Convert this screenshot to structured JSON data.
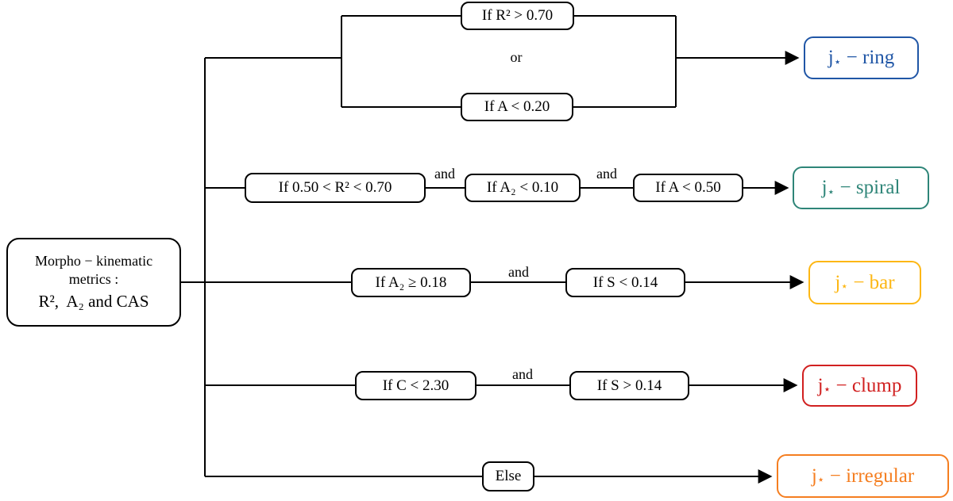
{
  "figure": {
    "root": {
      "line1": "Morpho − kinematic",
      "line2": "metrics :",
      "line3": "R²,  A₂ and CAS"
    },
    "labels": {
      "or": "or",
      "and": "and"
    },
    "branches": {
      "ring": {
        "conditions": [
          "If R² > 0.70",
          "If A < 0.20"
        ],
        "join": "or",
        "outcome": {
          "base": "j",
          "sub": "⋆",
          "rest": " − ring"
        },
        "color": "#2056a6"
      },
      "spiral": {
        "conditions": [
          "If 0.50 < R² < 0.70",
          "If A₂ < 0.10",
          "If A < 0.50"
        ],
        "join": "and",
        "outcome": {
          "base": "j",
          "sub": "⋆",
          "rest": " − spiral"
        },
        "color": "#2e8578"
      },
      "bar": {
        "conditions": [
          "If A₂ ≥ 0.18",
          "If S < 0.14"
        ],
        "join": "and",
        "outcome": {
          "base": "j",
          "sub": "⋆",
          "rest": " − bar"
        },
        "color": "#fdb714"
      },
      "clump": {
        "conditions": [
          "If C < 2.30",
          "If S > 0.14"
        ],
        "join": "and",
        "outcome": {
          "base": "j",
          "sub": "⋆",
          "rest": " − clump"
        },
        "color": "#d12020"
      },
      "irregular": {
        "conditions": [
          "Else"
        ],
        "join": "",
        "outcome": {
          "base": "j",
          "sub": "⋆",
          "rest": " − irregular"
        },
        "color": "#f57e20"
      }
    },
    "line_color": "#000000"
  }
}
